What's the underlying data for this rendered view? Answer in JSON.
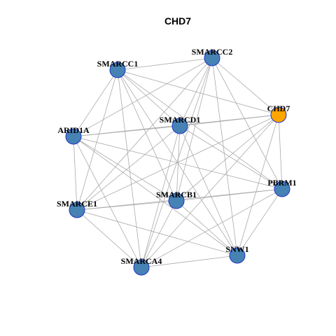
{
  "title": "CHD7",
  "colors": {
    "node_default": "#4682b4",
    "node_highlight": "#ffa500",
    "node_border": "#1f33c4",
    "edge": "#aaaaaa"
  },
  "graph": {
    "nodes": [
      {
        "id": "SMARCC2",
        "label": "SMARCC2",
        "highlight": false
      },
      {
        "id": "SMARCC1",
        "label": "SMARCC1",
        "highlight": false
      },
      {
        "id": "CHD7",
        "label": "CHD7",
        "highlight": true
      },
      {
        "id": "SMARCD1",
        "label": "SMARCD1",
        "highlight": false
      },
      {
        "id": "ARID1A",
        "label": "ARID1A",
        "highlight": false
      },
      {
        "id": "PBRM1",
        "label": "PBRM1",
        "highlight": false
      },
      {
        "id": "SMARCB1",
        "label": "SMARCB1",
        "highlight": false
      },
      {
        "id": "SMARCE1",
        "label": "SMARCE1",
        "highlight": false
      },
      {
        "id": "SNW1",
        "label": "SNW1",
        "highlight": false
      },
      {
        "id": "SMARCA4",
        "label": "SMARCA4",
        "highlight": false
      }
    ],
    "edges": [
      [
        "SMARCC2",
        "SMARCC1"
      ],
      [
        "SMARCC2",
        "CHD7"
      ],
      [
        "SMARCC2",
        "SMARCD1"
      ],
      [
        "SMARCC2",
        "ARID1A"
      ],
      [
        "SMARCC2",
        "PBRM1"
      ],
      [
        "SMARCC2",
        "SMARCB1"
      ],
      [
        "SMARCC2",
        "SMARCE1"
      ],
      [
        "SMARCC2",
        "SNW1"
      ],
      [
        "SMARCC2",
        "SMARCA4"
      ],
      [
        "SMARCC1",
        "CHD7"
      ],
      [
        "SMARCC1",
        "SMARCD1"
      ],
      [
        "SMARCC1",
        "ARID1A"
      ],
      [
        "SMARCC1",
        "PBRM1"
      ],
      [
        "SMARCC1",
        "SMARCB1"
      ],
      [
        "SMARCC1",
        "SMARCE1"
      ],
      [
        "SMARCC1",
        "SNW1"
      ],
      [
        "SMARCC1",
        "SMARCA4"
      ],
      [
        "CHD7",
        "SMARCD1"
      ],
      [
        "CHD7",
        "ARID1A"
      ],
      [
        "CHD7",
        "PBRM1"
      ],
      [
        "CHD7",
        "SMARCB1"
      ],
      [
        "CHD7",
        "SMARCE1"
      ],
      [
        "CHD7",
        "SNW1"
      ],
      [
        "CHD7",
        "SMARCA4"
      ],
      [
        "SMARCD1",
        "ARID1A"
      ],
      [
        "SMARCD1",
        "PBRM1"
      ],
      [
        "SMARCD1",
        "SMARCB1"
      ],
      [
        "SMARCD1",
        "SMARCE1"
      ],
      [
        "SMARCD1",
        "SNW1"
      ],
      [
        "SMARCD1",
        "SMARCA4"
      ],
      [
        "ARID1A",
        "PBRM1"
      ],
      [
        "ARID1A",
        "SMARCB1"
      ],
      [
        "ARID1A",
        "SMARCE1"
      ],
      [
        "ARID1A",
        "SNW1"
      ],
      [
        "ARID1A",
        "SMARCA4"
      ],
      [
        "PBRM1",
        "SMARCB1"
      ],
      [
        "PBRM1",
        "SMARCE1"
      ],
      [
        "PBRM1",
        "SNW1"
      ],
      [
        "PBRM1",
        "SMARCA4"
      ],
      [
        "SMARCB1",
        "SMARCE1"
      ],
      [
        "SMARCB1",
        "SNW1"
      ],
      [
        "SMARCB1",
        "SMARCA4"
      ],
      [
        "SMARCE1",
        "SNW1"
      ],
      [
        "SMARCE1",
        "SMARCA4"
      ],
      [
        "SNW1",
        "SMARCA4"
      ]
    ]
  }
}
